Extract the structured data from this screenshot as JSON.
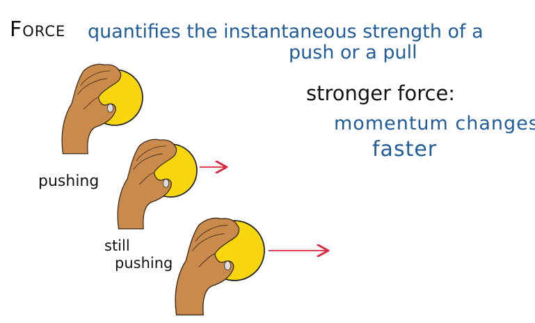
{
  "heading": {
    "term": "Force",
    "definition_line1": "quantifies the instantaneous strength of a",
    "definition_line2": "push or a pull"
  },
  "note": {
    "label": "stronger force:",
    "line1": "momentum changes",
    "line2": "faster"
  },
  "labels": {
    "pushing": "pushing",
    "still": "still",
    "still_pushing": "pushing"
  },
  "colors": {
    "text": "#111111",
    "accent_text": "#1f5c99",
    "ball": "#f7d50f",
    "hand": "#c98a4b",
    "arrow": "#d8283c"
  }
}
